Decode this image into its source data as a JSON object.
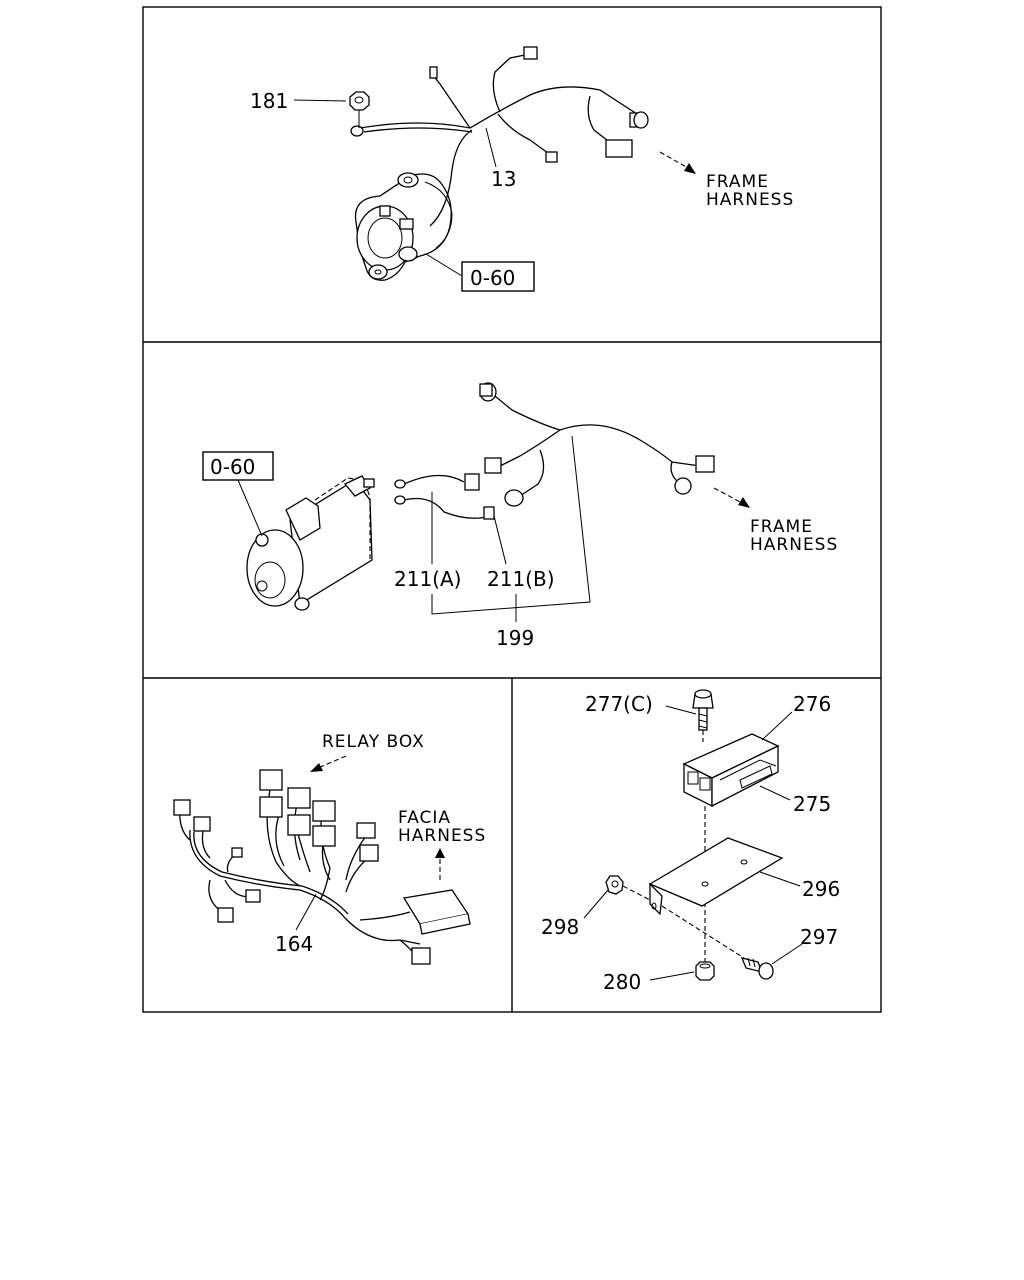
{
  "panel_top": {
    "callouts": {
      "nut": "181",
      "harness": "13",
      "ref_box": "0-60"
    },
    "direction_label": [
      "FRAME",
      "HARNESS"
    ]
  },
  "panel_middle": {
    "callouts": {
      "ref_box": "0-60",
      "cable_a": "211(A)",
      "cable_b": "211(B)",
      "assembly": "199"
    },
    "direction_label": [
      "FRAME",
      "HARNESS"
    ]
  },
  "panel_bottom_left": {
    "callouts": {
      "harness": "164"
    },
    "relay_label": "RELAY BOX",
    "facia_label": [
      "FACIA",
      "HARNESS"
    ]
  },
  "panel_bottom_right": {
    "callouts": {
      "bolt_c": "277(C)",
      "cover": "276",
      "relay_unit": "275",
      "bracket": "296",
      "bolt": "297",
      "nut_side": "298",
      "nut_bottom": "280"
    }
  }
}
